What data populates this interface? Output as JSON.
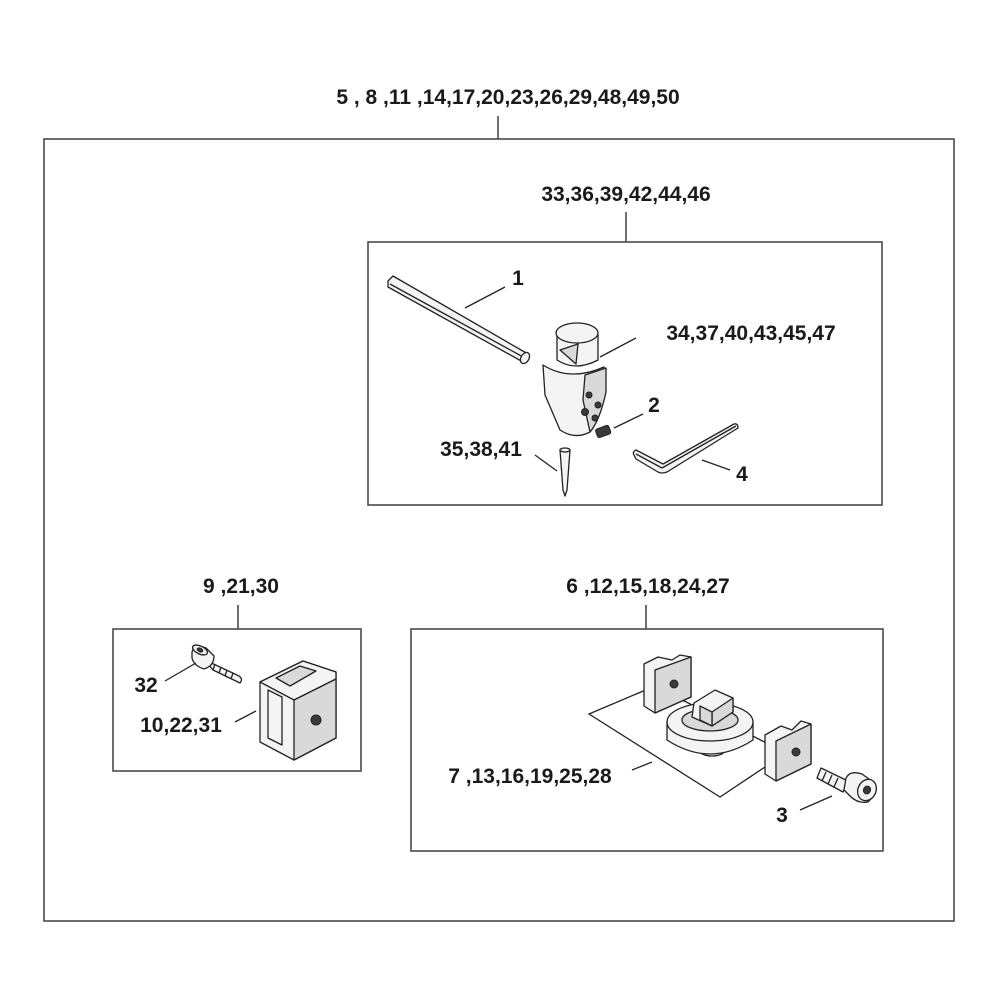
{
  "labels": {
    "main_kit": "5 , 8 ,11 ,14,17,20,23,26,29,48,49,50",
    "tool_kit": "33,36,39,42,44,46",
    "item_1": "1",
    "tool_holder": "34,37,40,43,45,47",
    "item_2": "2",
    "pin": "35,38,41",
    "item_4": "4",
    "clamp_kit": "9 ,21,30",
    "item_32": "32",
    "clamp_block": "10,22,31",
    "jaw_kit": "6 ,12,15,18,24,27",
    "jaw_base": "7 ,13,16,19,25,28",
    "item_3": "3"
  }
}
